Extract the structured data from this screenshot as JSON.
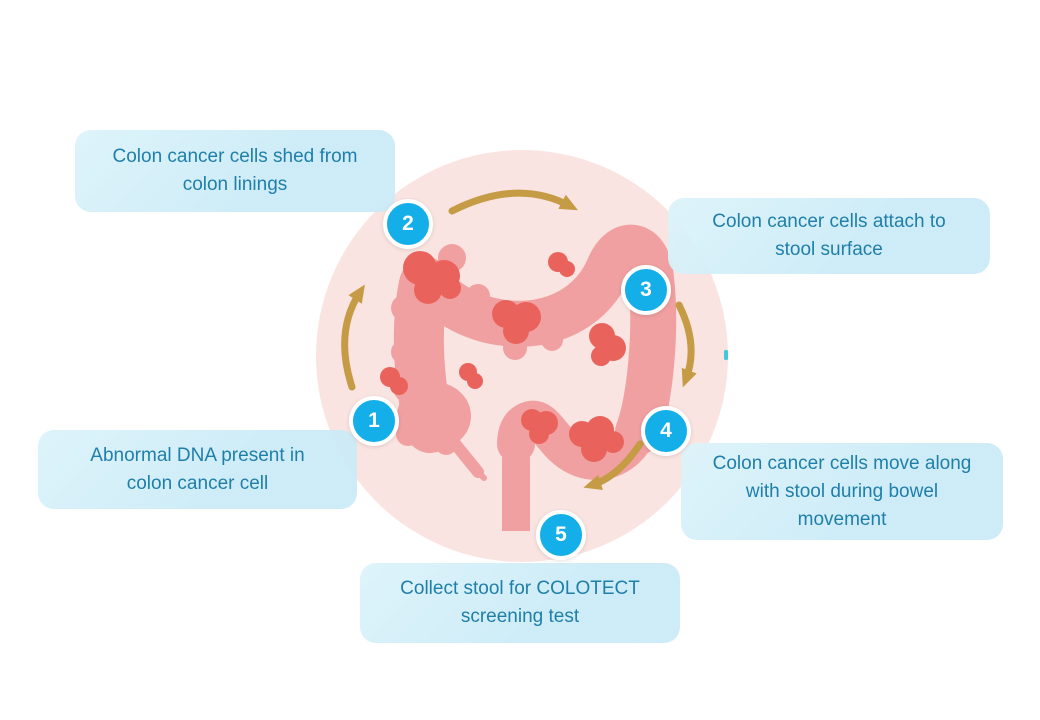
{
  "diagram": {
    "type": "cycle-process",
    "subject": "COLOTECT colon cancer stool DNA screening process",
    "center_illustration": "colon with tumor polyps inside light pink circle",
    "steps": [
      {
        "number": "1",
        "label": "Abnormal DNA present in colon cancer cell",
        "lines": [
          "Abnormal DNA present in",
          "colon cancer cell"
        ],
        "position": "left"
      },
      {
        "number": "2",
        "label": "Colon cancer cells shed from colon linings",
        "lines": [
          "Colon cancer cells shed from",
          "colon linings"
        ],
        "position": "top-left"
      },
      {
        "number": "3",
        "label": "Colon cancer cells attach to stool surface",
        "lines": [
          "Colon cancer cells attach to",
          "stool surface"
        ],
        "position": "top-right"
      },
      {
        "number": "4",
        "label": "Colon cancer cells move along with stool during bowel movement",
        "lines": [
          "Colon cancer cells move along",
          "with stool during bowel",
          "movement"
        ],
        "position": "right"
      },
      {
        "number": "5",
        "label": "Collect stool for COLOTECT screening test",
        "lines": [
          "Collect stool for COLOTECT",
          "screening test"
        ],
        "position": "bottom"
      }
    ],
    "colors": {
      "box_fill": "#CDEDF8",
      "box_text": "#1F7FA9",
      "badge_fill": "#14AEE9",
      "badge_ring": "#FFFFFF",
      "badge_text": "#FFFFFF",
      "arrow": "#C59B45",
      "circle_background": "#FAE4E1",
      "colon_pink": "#F0A0A0",
      "colon_light": "#F5B2B2",
      "tumor_red": "#E9635C",
      "tick_mark": "#3EC9DC",
      "page_background": "#FFFFFF"
    }
  }
}
